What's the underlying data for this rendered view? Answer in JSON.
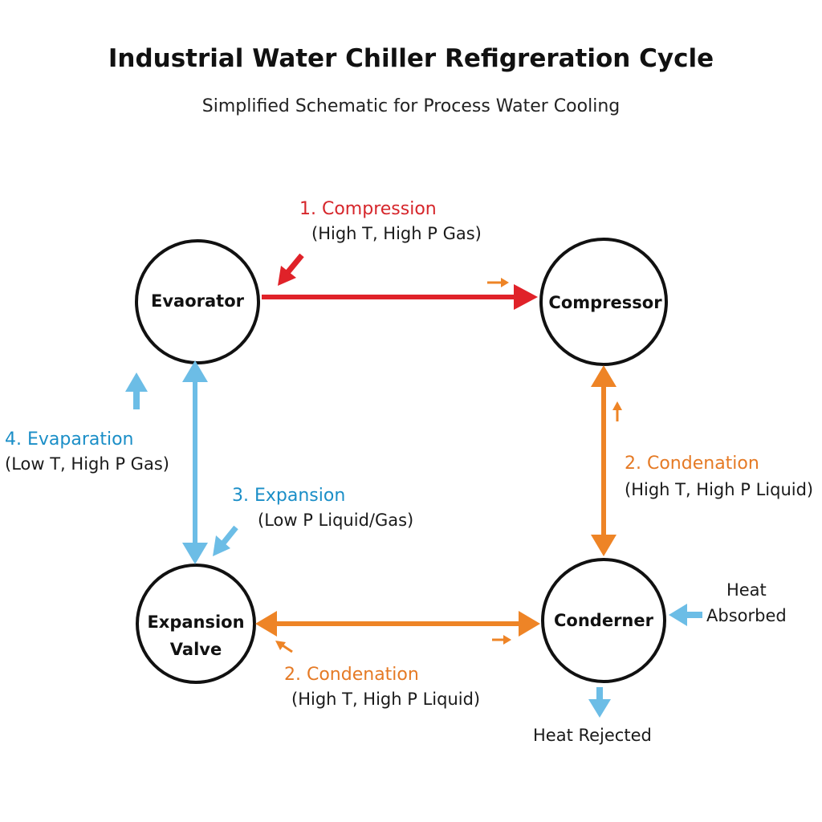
{
  "title": "Industrial Water Chiller Refigreration Cycle",
  "subtitle": "Simplified Schematic for Process Water Cooling",
  "nodes": {
    "evaporator": "Evaorator",
    "compressor": "Compressor",
    "expansion_valve_line1": "Expansion",
    "expansion_valve_line2": "Valve",
    "condenser": "Conderner"
  },
  "labels": {
    "compression": {
      "step": "1. Compression",
      "state": "(High T, High P Gas)"
    },
    "condensation_right": {
      "step": "2. Condenation",
      "state": "(High T, High P Liquid)"
    },
    "condensation_bottom": {
      "step": "2. Condenation",
      "state": "(High T, High P Liquid)"
    },
    "expansion": {
      "step": "3. Expansion",
      "state": "(Low P Liquid/Gas)"
    },
    "evaporation": {
      "step": "4. Evaparation",
      "state": "(Low T, High P Gas)"
    },
    "heat_absorbed_line1": "Heat",
    "heat_absorbed_line2": "Absorbed",
    "heat_rejected": "Heat Rejected"
  },
  "colors": {
    "red": "#e02229",
    "orange": "#ee8426",
    "blue": "#6cbde6",
    "node_stroke": "#111111"
  }
}
